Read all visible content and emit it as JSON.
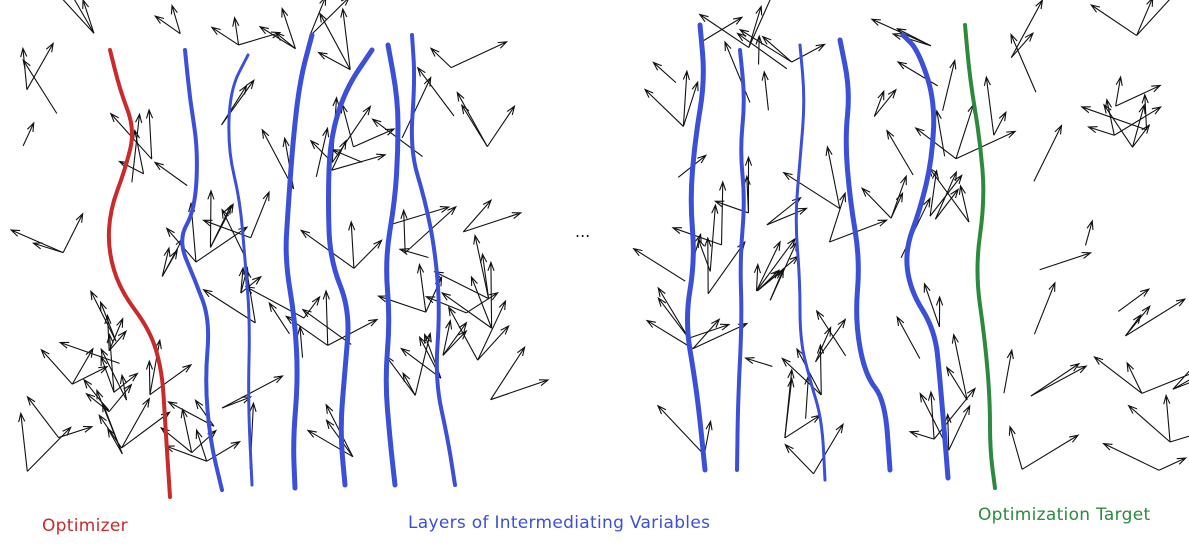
{
  "labels": {
    "optimizer": "Optimizer",
    "layers": "Layers of Intermediating Variables",
    "target": "Optimization Target",
    "ellipsis": "..."
  },
  "colors": {
    "optimizer": "#c92a2a",
    "layers": "#3b50d6",
    "target": "#2b8a3e",
    "arrows": "#111111"
  },
  "panels": [
    {
      "name": "left-network",
      "curves": [
        "optimizer",
        "layer",
        "layer",
        "layer",
        "layer",
        "layer",
        "layer"
      ]
    },
    {
      "name": "right-network",
      "curves": [
        "layer",
        "layer",
        "layer",
        "layer",
        "layer",
        "target"
      ]
    }
  ]
}
